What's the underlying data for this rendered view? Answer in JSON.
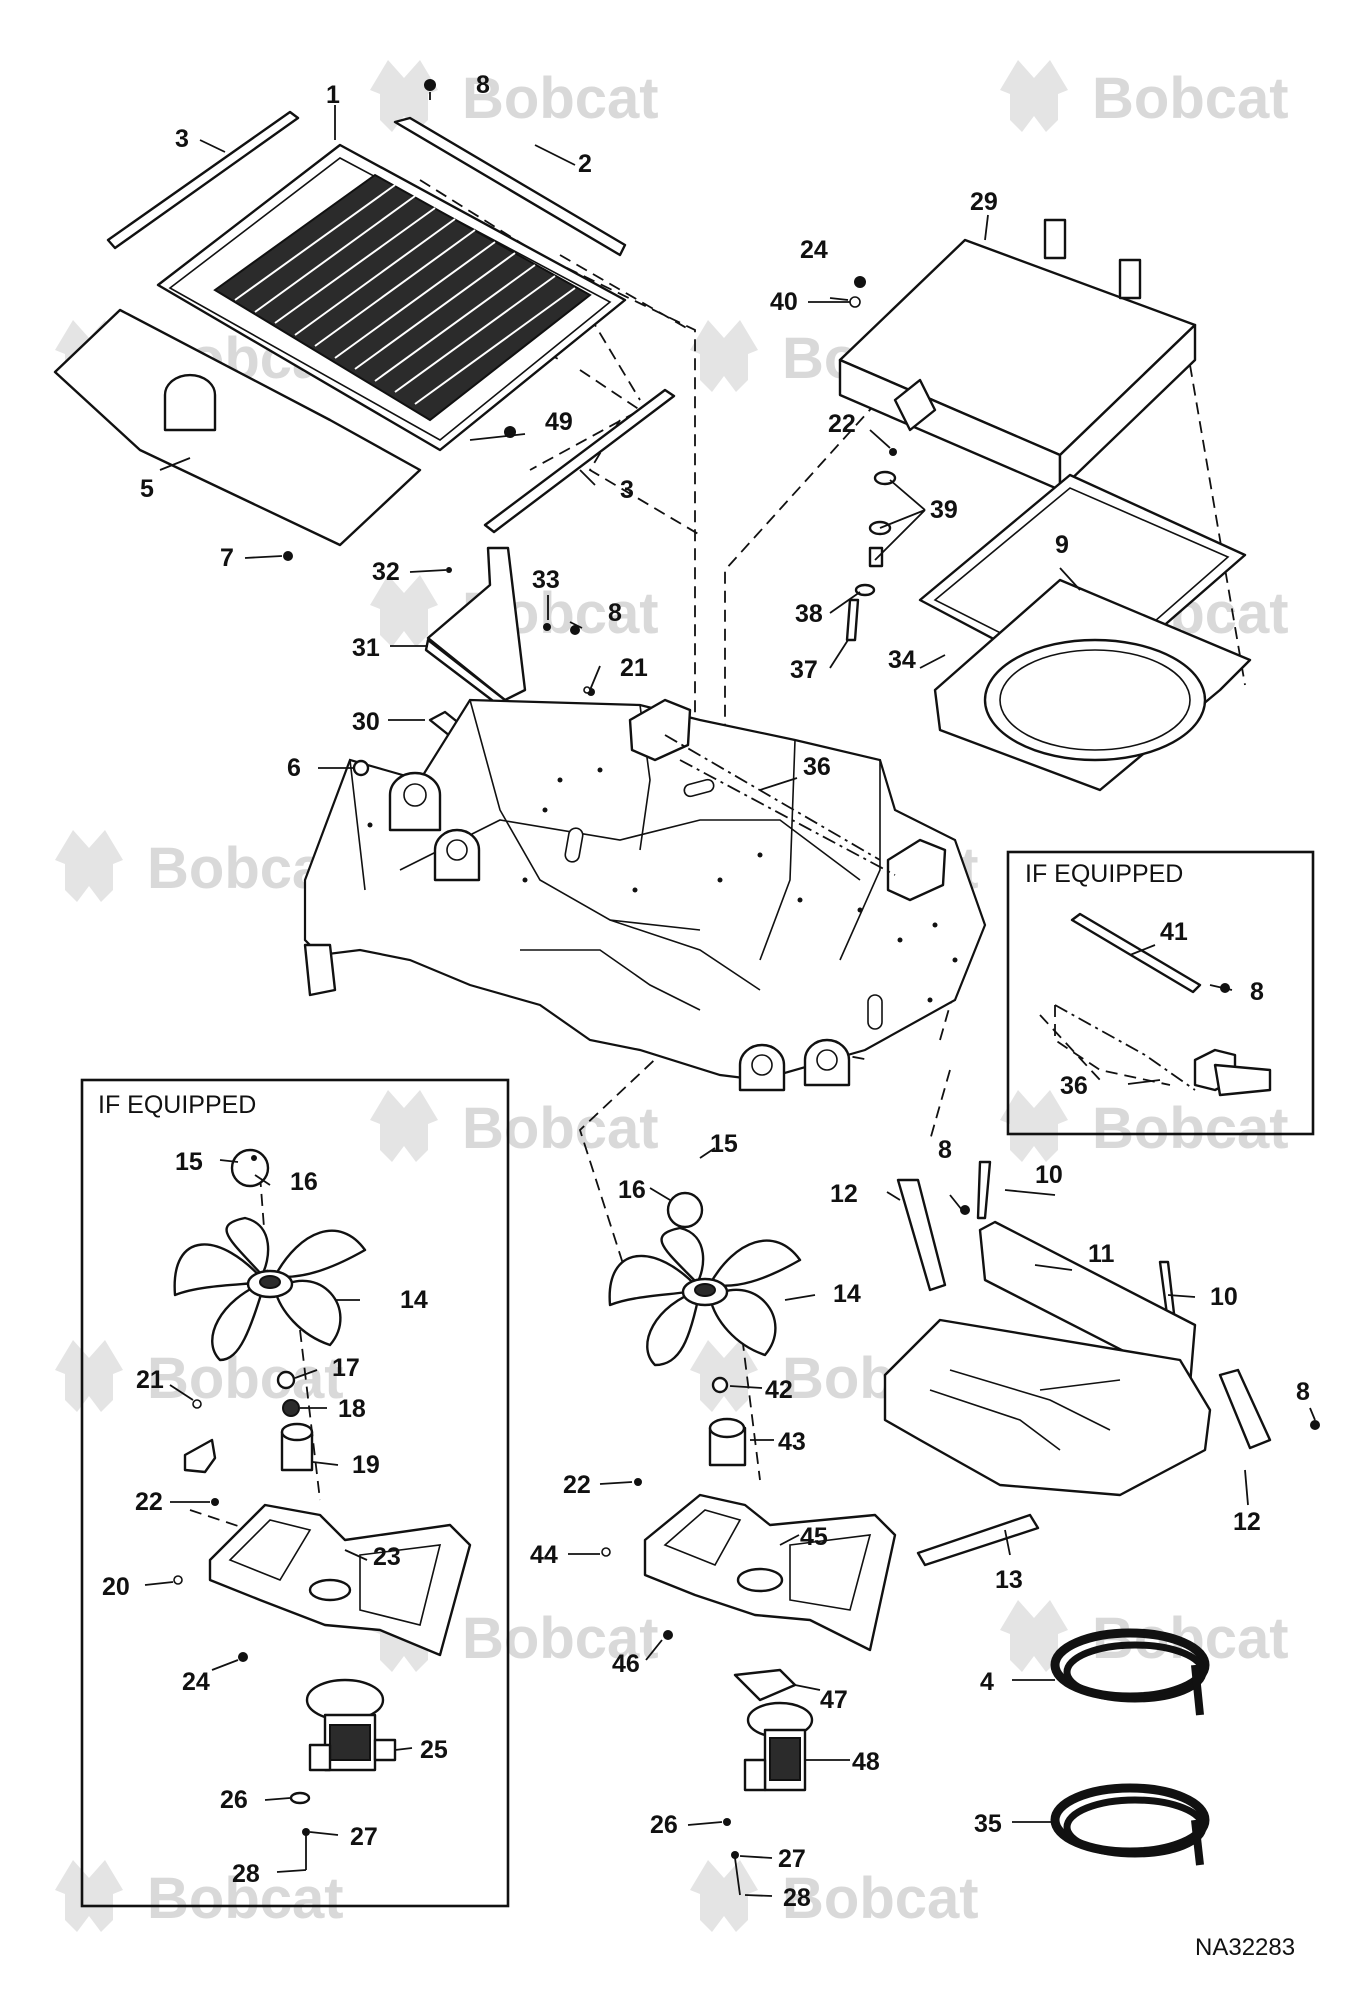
{
  "watermark": {
    "brand": "Bobcat"
  },
  "figure_number": "NA32283",
  "insets": [
    {
      "id": "top-right",
      "title": "IF EQUIPPED"
    },
    {
      "id": "bottom-left",
      "title": "IF EQUIPPED"
    }
  ],
  "callouts": [
    {
      "id": "c1",
      "number": "1"
    },
    {
      "id": "c2",
      "number": "2"
    },
    {
      "id": "c3a",
      "number": "3"
    },
    {
      "id": "c3b",
      "number": "3"
    },
    {
      "id": "c4",
      "number": "4"
    },
    {
      "id": "c5",
      "number": "5"
    },
    {
      "id": "c6",
      "number": "6"
    },
    {
      "id": "c7",
      "number": "7"
    },
    {
      "id": "c8a",
      "number": "8"
    },
    {
      "id": "c8b",
      "number": "8"
    },
    {
      "id": "c8c",
      "number": "8"
    },
    {
      "id": "c8d",
      "number": "8"
    },
    {
      "id": "c8e",
      "number": "8"
    },
    {
      "id": "c9",
      "number": "9"
    },
    {
      "id": "c10a",
      "number": "10"
    },
    {
      "id": "c10b",
      "number": "10"
    },
    {
      "id": "c11",
      "number": "11"
    },
    {
      "id": "c12a",
      "number": "12"
    },
    {
      "id": "c12b",
      "number": "12"
    },
    {
      "id": "c13",
      "number": "13"
    },
    {
      "id": "c14a",
      "number": "14"
    },
    {
      "id": "c14b",
      "number": "14"
    },
    {
      "id": "c15a",
      "number": "15"
    },
    {
      "id": "c15b",
      "number": "15"
    },
    {
      "id": "c16a",
      "number": "16"
    },
    {
      "id": "c16b",
      "number": "16"
    },
    {
      "id": "c17",
      "number": "17"
    },
    {
      "id": "c18",
      "number": "18"
    },
    {
      "id": "c19",
      "number": "19"
    },
    {
      "id": "c20",
      "number": "20"
    },
    {
      "id": "c21a",
      "number": "21"
    },
    {
      "id": "c21b",
      "number": "21"
    },
    {
      "id": "c22a",
      "number": "22"
    },
    {
      "id": "c22b",
      "number": "22"
    },
    {
      "id": "c22c",
      "number": "22"
    },
    {
      "id": "c23",
      "number": "23"
    },
    {
      "id": "c24a",
      "number": "24"
    },
    {
      "id": "c24b",
      "number": "24"
    },
    {
      "id": "c25",
      "number": "25"
    },
    {
      "id": "c26a",
      "number": "26"
    },
    {
      "id": "c26b",
      "number": "26"
    },
    {
      "id": "c27a",
      "number": "27"
    },
    {
      "id": "c27b",
      "number": "27"
    },
    {
      "id": "c28a",
      "number": "28"
    },
    {
      "id": "c28b",
      "number": "28"
    },
    {
      "id": "c29",
      "number": "29"
    },
    {
      "id": "c30",
      "number": "30"
    },
    {
      "id": "c31",
      "number": "31"
    },
    {
      "id": "c32",
      "number": "32"
    },
    {
      "id": "c33",
      "number": "33"
    },
    {
      "id": "c34",
      "number": "34"
    },
    {
      "id": "c35",
      "number": "35"
    },
    {
      "id": "c36a",
      "number": "36"
    },
    {
      "id": "c36b",
      "number": "36"
    },
    {
      "id": "c37",
      "number": "37"
    },
    {
      "id": "c38",
      "number": "38"
    },
    {
      "id": "c39",
      "number": "39"
    },
    {
      "id": "c40",
      "number": "40"
    },
    {
      "id": "c41",
      "number": "41"
    },
    {
      "id": "c42",
      "number": "42"
    },
    {
      "id": "c43",
      "number": "43"
    },
    {
      "id": "c44",
      "number": "44"
    },
    {
      "id": "c45",
      "number": "45"
    },
    {
      "id": "c46",
      "number": "46"
    },
    {
      "id": "c47",
      "number": "47"
    },
    {
      "id": "c48",
      "number": "48"
    },
    {
      "id": "c49",
      "number": "49"
    }
  ]
}
